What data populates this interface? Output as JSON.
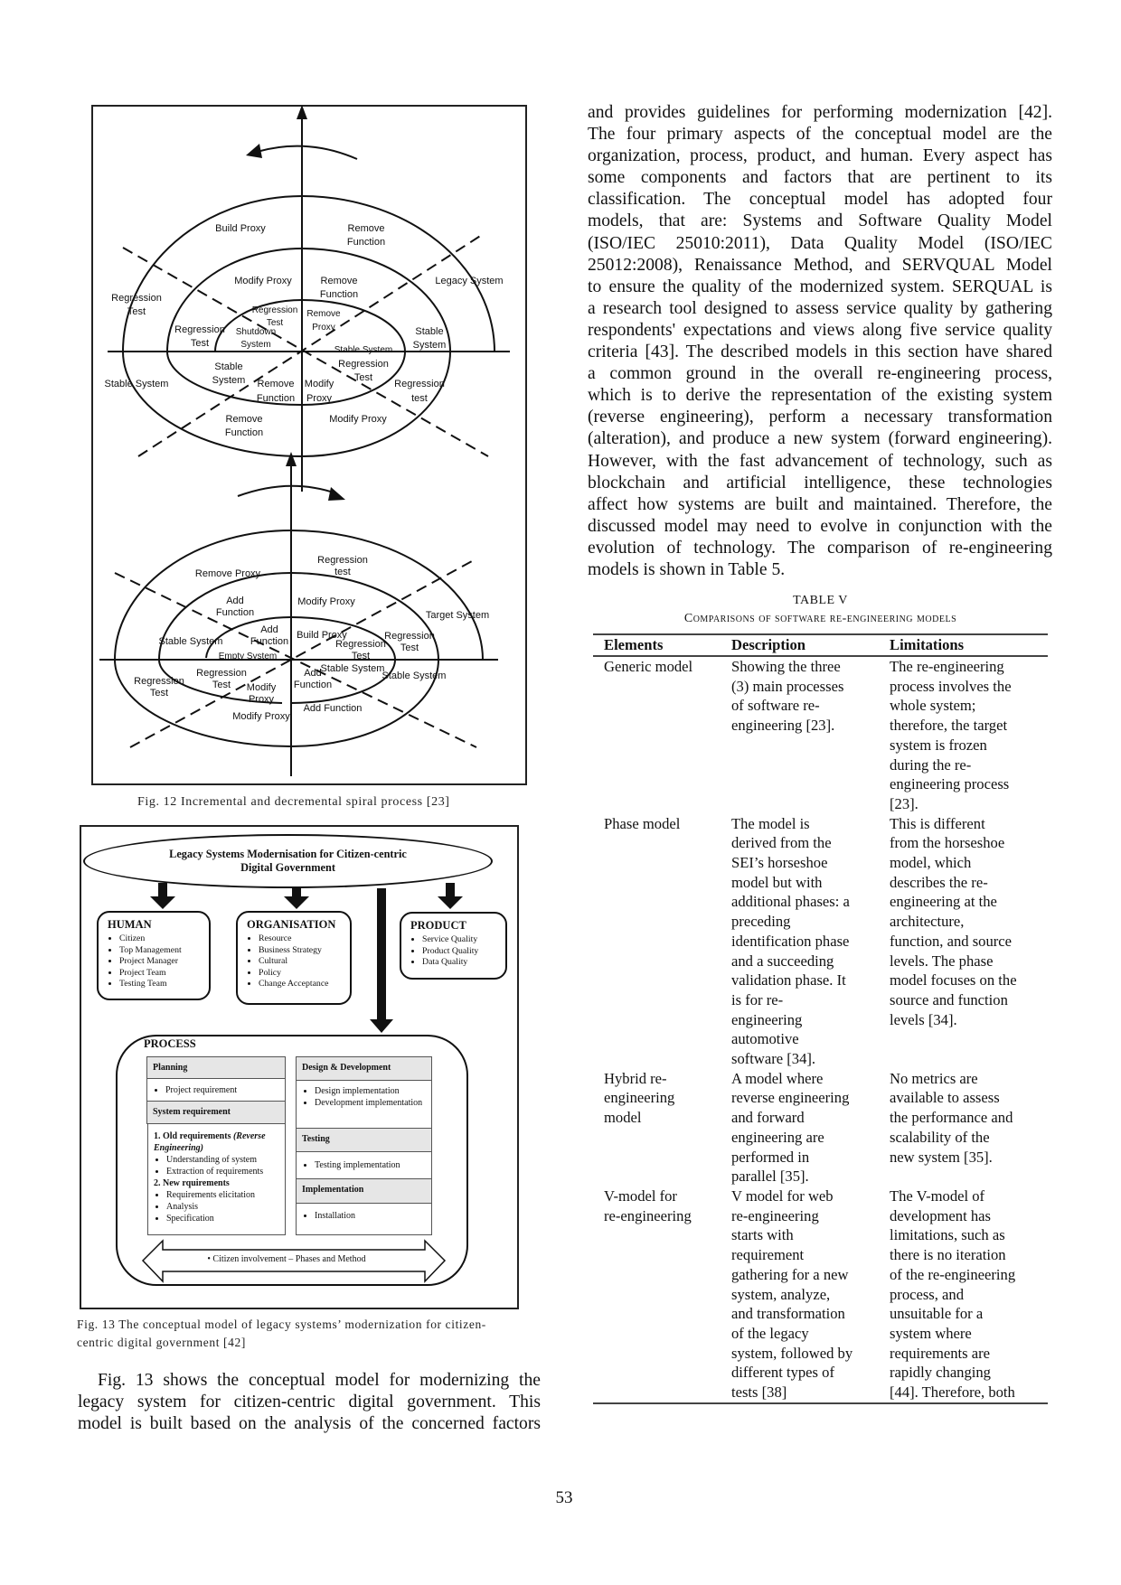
{
  "fig12": {
    "caption": "Fig. 12  Incremental and decremental spiral process [23]",
    "top_labels": [
      "Build Proxy",
      "Remove",
      "Function",
      "Modify Proxy",
      "Remove",
      "Function",
      "Legacy System",
      "Regression",
      "Test",
      "Regression",
      "Test",
      "Remove",
      "Proxy",
      "Regression",
      "Test",
      "Shutdown",
      "System",
      "Stable",
      "System",
      "Stable System",
      "Regression",
      "Test",
      "Stable",
      "System",
      "Stable System",
      "Remove",
      "Function",
      "Modify",
      "Proxy",
      "Regression",
      "test",
      "Remove",
      "Function",
      "Modify Proxy"
    ],
    "bottom_labels": [
      "Remove Proxy",
      "Regression",
      "test",
      "Add",
      "Function",
      "Modify Proxy",
      "Target System",
      "Stable System",
      "Add",
      "Function",
      "Build Proxy",
      "Regression",
      "Test",
      "Regression",
      "Test",
      "Empty System",
      "Regression",
      "Test",
      "Add",
      "Function",
      "Stable System",
      "Stable System",
      "Regression",
      "Test",
      "Modify",
      "Proxy",
      "Add Function",
      "Modify Proxy"
    ]
  },
  "fig13": {
    "title_line1": "Legacy Systems Modernisation for Citizen-centric",
    "title_line2": "Digital Government",
    "human": {
      "title": "HUMAN",
      "items": [
        "Citizen",
        "Top Management",
        "Project Manager",
        "Project Team",
        "Testing Team"
      ]
    },
    "organisation": {
      "title": "ORGANISATION",
      "items": [
        "Resource",
        "Business Strategy",
        "Cultural",
        "Policy",
        "Change Acceptance"
      ]
    },
    "product": {
      "title": "PRODUCT",
      "items": [
        "Service Quality",
        "Product Quality",
        "Data Quality"
      ]
    },
    "process": {
      "title": "PROCESS",
      "planning": "Planning",
      "project_requirement": "Project requirement",
      "system_requirement": "System requirement",
      "old_req": "1.  Old requirements",
      "old_req_italic": "(Reverse Engineering)",
      "old_items": [
        "Understanding of system",
        "Extraction of requirements"
      ],
      "new_req": "2.  New rquirements",
      "new_items": [
        "Requirements elicitation",
        "Analysis",
        "Specification"
      ],
      "design_dev": "Design & Development",
      "design_items": [
        "Design implementation",
        "Development implementation"
      ],
      "testing": "Testing",
      "testing_items": [
        "Testing implementation"
      ],
      "implementation": "Implementation",
      "implementation_items": [
        "Installation"
      ],
      "citizen": "•      Citizen involvement – Phases and Method"
    },
    "caption_lines": [
      "Fig. 13  The conceptual model of legacy systems’ modernization for citizen-",
      "centric digital government [42]"
    ]
  },
  "left_paragraph": {
    "lines": [
      "Fig. 13 shows the conceptual model for modernizing the",
      "legacy system for citizen-centric digital government. This",
      "model is built based on the analysis of the concerned factors"
    ]
  },
  "right_column": {
    "lines": [
      "and provides guidelines for performing modernization [42].",
      "The four primary aspects of the conceptual model are the",
      "organization, process, product, and human. Every aspect has",
      "some components and factors that are pertinent to its",
      "classification. The conceptual model has adopted four",
      "models, that are: Systems and Software Quality Model",
      "(ISO/IEC 25010:2011), Data Quality Model (ISO/IEC",
      "25012:2008), Renaissance Method, and SERVQUAL Model",
      "to ensure the quality of the modernized system. SERQUAL is",
      "a research tool designed to assess service quality by gathering",
      "respondents' expectations and views along five service quality",
      "criteria [43].  The described models in this section have shared",
      "a common ground in the overall re-engineering process,",
      "which is to derive the representation of the existing system",
      "(reverse engineering), perform a necessary transformation",
      "(alteration), and produce a new system (forward engineering).",
      "However, with the fast advancement of technology, such as",
      "blockchain and artificial intelligence, these technologies",
      "affect how systems are built and maintained. Therefore, the",
      "discussed model may need to evolve in conjunction with the",
      "evolution of technology. The comparison of re-engineering",
      "models is shown in Table 5."
    ]
  },
  "table": {
    "title": "TABLE V",
    "caption": "Comparisons of software re-engineering models",
    "headers": [
      "Elements",
      "Description",
      "Limitations"
    ],
    "rows": [
      {
        "element": [
          "Generic model"
        ],
        "description": [
          "Showing the three",
          "(3) main processes",
          "of software re-",
          "engineering [23]."
        ],
        "limitations": [
          "The re-engineering",
          "process involves the",
          "whole system;",
          "therefore, the target",
          "system is frozen",
          "during the re-",
          "engineering process",
          "[23]."
        ]
      },
      {
        "element": [
          "Phase model"
        ],
        "description": [
          "The model is",
          "derived from the",
          "SEI’s horseshoe",
          "model but with",
          "additional phases: a",
          "preceding",
          "identification phase",
          "and a succeeding",
          "validation phase. It",
          "is for re-",
          "engineering",
          "automotive",
          "software [34]."
        ],
        "limitations": [
          "This is different",
          "from the horseshoe",
          "model, which",
          "describes the re-",
          "engineering at the",
          "architecture,",
          "function, and source",
          "levels. The phase",
          "model focuses on the",
          "source and function",
          "levels [34]."
        ]
      },
      {
        "element": [
          "Hybrid re-",
          "engineering",
          "model"
        ],
        "description": [
          "A model where",
          "reverse engineering",
          "and forward",
          "engineering are",
          "performed in",
          "parallel [35]."
        ],
        "limitations": [
          "No metrics are",
          "available to assess",
          "the performance and",
          "scalability of the",
          "new system [35]."
        ]
      },
      {
        "element": [
          "V-model for",
          "re-engineering"
        ],
        "description": [
          "V model for web",
          "re-engineering",
          "starts with",
          "requirement",
          "gathering for a new",
          "system, analyze,",
          "and transformation",
          "of the legacy",
          "system, followed by",
          "different types of",
          "tests [38]"
        ],
        "limitations": [
          "The V-model of",
          "development has",
          "limitations, such as",
          "there is no iteration",
          "of the re-engineering",
          "process, and",
          "unsuitable for a",
          "system where",
          "requirements are",
          "rapidly changing",
          "[44]. Therefore, both"
        ]
      }
    ]
  },
  "page_number": "53"
}
